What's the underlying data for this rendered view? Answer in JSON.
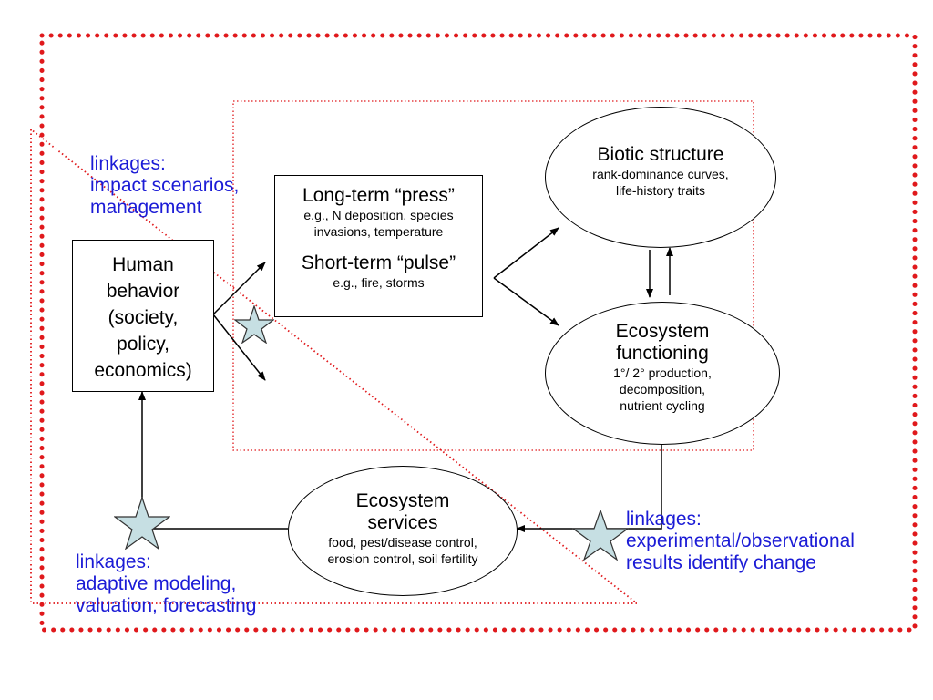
{
  "diagram": {
    "human_behavior": {
      "lines": [
        "Human",
        "behavior",
        "(society,",
        "policy,",
        "economics)"
      ]
    },
    "press_pulse": {
      "press_title": "Long-term “press”",
      "press_detail_1": "e.g., N deposition, species",
      "press_detail_2": "invasions,  temperature",
      "pulse_title": "Short-term “pulse”",
      "pulse_detail": "e.g., fire, storms"
    },
    "biotic_structure": {
      "title": "Biotic structure",
      "detail_1": "rank-dominance curves,",
      "detail_2": "life-history traits"
    },
    "ecosystem_functioning": {
      "title_1": "Ecosystem",
      "title_2": "functioning",
      "detail_1": "1°/ 2° production,",
      "detail_2": "decomposition,",
      "detail_3": "nutrient cycling"
    },
    "ecosystem_services": {
      "title_1": "Ecosystem",
      "title_2": "services",
      "detail_1": "food, pest/disease control,",
      "detail_2": "erosion control, soil fertility"
    },
    "linkages_top": [
      "linkages:",
      "impact scenarios,",
      "management"
    ],
    "linkages_right": [
      "linkages:",
      "experimental/observational",
      "results identify change"
    ],
    "linkages_bottom": [
      "linkages:",
      "adaptive modeling,",
      "valuation, forecasting"
    ]
  },
  "colors": {
    "outer_dotted_border": "#e0191c",
    "inner_dotted_border": "#e0191c",
    "diagonal_dotted_line": "#e0191c",
    "linkage_text": "#1b1bd6",
    "star_fill": "#c6dfe3",
    "star_stroke": "#333333",
    "arrow": "#000000"
  },
  "icons": {
    "star": "star-icon"
  }
}
